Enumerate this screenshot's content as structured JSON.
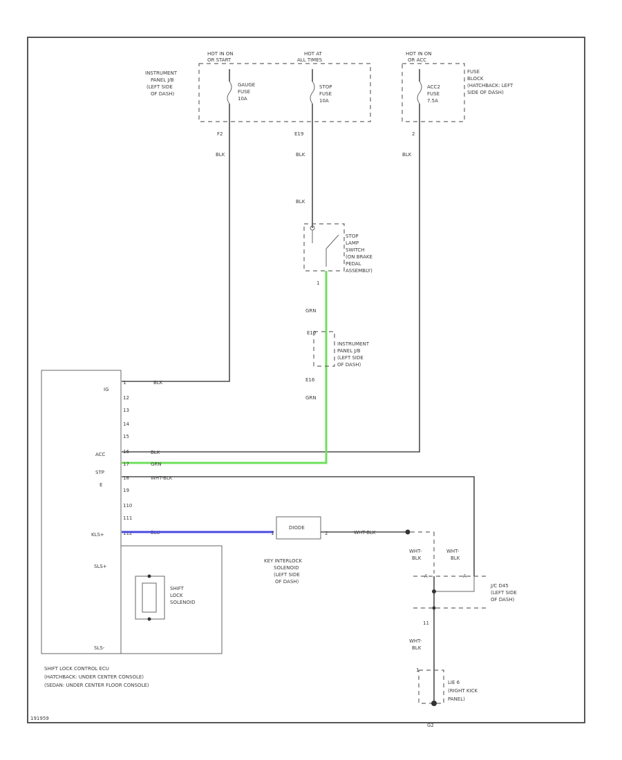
{
  "fuse_boxes": {
    "left": {
      "header": [
        "HOT IN ON",
        "OR START"
      ],
      "location": [
        "INSTRUMENT",
        "PANEL J/B",
        "(LEFT SIDE",
        "OF DASH)"
      ],
      "fuse": [
        "GAUGE",
        "FUSE",
        "10A"
      ],
      "pin": "F2",
      "wire_color": "BLK"
    },
    "middle": {
      "header": [
        "HOT AT",
        "ALL TIMES"
      ],
      "fuse": [
        "STOP",
        "FUSE",
        "10A"
      ],
      "pin": "E19",
      "wire_color": "BLK",
      "wire_color_2": "BLK"
    },
    "right": {
      "header": [
        "HOT IN ON",
        "OR ACC"
      ],
      "location": [
        "FUSE",
        "BLOCK",
        "(HATCHBACK: LEFT",
        "SIDE OF DASH)"
      ],
      "fuse": [
        "ACC2",
        "FUSE",
        "7.5A"
      ],
      "pin": "2",
      "wire_color": "BLK"
    }
  },
  "stop_switch": {
    "label": [
      "STOP",
      "LAMP",
      "SWITCH",
      "(ON BRAKE",
      "PEDAL",
      "ASSEMBLY)"
    ],
    "pin": "1",
    "wire_color": "GRN"
  },
  "instrument_jb": {
    "label": [
      "INSTRUMENT",
      "PANEL J/B",
      "(LEFT SIDE",
      "OF DASH)"
    ],
    "pin_top": "E10",
    "pin_bottom": "E16",
    "wire_color": "GRN"
  },
  "ecu": {
    "pins": [
      "IG",
      "",
      "",
      "",
      "",
      "ACC",
      "STP",
      "E",
      "",
      "",
      "",
      "",
      "KLS+",
      "SLS+",
      "SLS-"
    ],
    "pin_numbers": [
      "1",
      "12",
      "13",
      "14",
      "15",
      "16",
      "17",
      "18",
      "19",
      "110",
      "111",
      "112"
    ],
    "wires": {
      "ig": "BLK",
      "acc": "BLK",
      "stp": "GRN",
      "e": "WHT-BLK",
      "kls": "BLU"
    },
    "solenoid_label": [
      "SHIFT",
      "LOCK",
      "SOLENOID"
    ],
    "caption": [
      "SHIFT LOCK CONTROL ECU",
      "(HATCHBACK: UNDER CENTER CONSOLE)",
      "(SEDAN: UNDER CENTER FLOOR CONSOLE)"
    ]
  },
  "key_interlock": {
    "label": [
      "KEY INTERLOCK",
      "SOLENOID",
      "(LEFT SIDE",
      "OF DASH)"
    ],
    "box_text": "DIODE",
    "pin_left": "1",
    "pin_right": "2",
    "wire_color": "WHT-BLK"
  },
  "ground_section": {
    "left_wire": [
      "WHT-",
      "BLK"
    ],
    "right_wire": [
      "WHT-",
      "BLK"
    ],
    "junction": [
      "J/C D45",
      "(LEFT SIDE",
      "OF DASH)"
    ],
    "pin_a": "A",
    "pin_b": "A",
    "pin_c": "11",
    "lower_wire": [
      "WHT-",
      "BLK"
    ],
    "ground_label": [
      "LIE 6",
      "(RIGHT KICK",
      "PANEL)"
    ],
    "ground_pin": "1",
    "ground_id": "G2"
  },
  "footer_code": "191959",
  "colors": {
    "grn_wire": "#6ee05a",
    "blu_wire": "#4a4ae0",
    "line": "#4a4a4a"
  }
}
